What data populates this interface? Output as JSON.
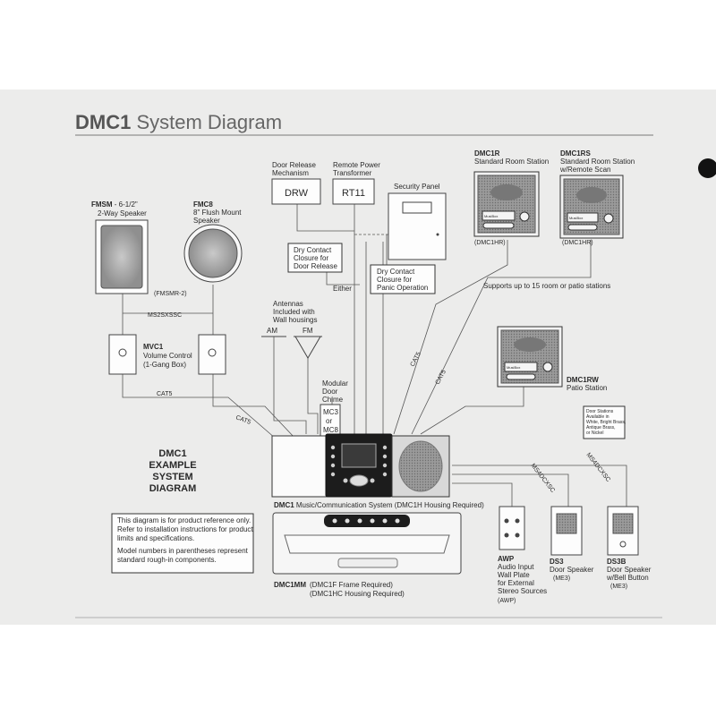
{
  "title": {
    "bold": "DMC1",
    "rest": " System Diagram"
  },
  "components": {
    "fmsm": {
      "model": "FMSM",
      "desc1": " - 6-1/2\"",
      "desc2": "2-Way Speaker",
      "roughin": "(FMSMR-2)"
    },
    "fmc8": {
      "model": "FMC8",
      "desc1": "8\" Flush Mount",
      "desc2": "Speaker"
    },
    "ms2": "MS2SXSSC",
    "mvc1": {
      "model": "MVC1",
      "desc1": "Volume Control",
      "desc2": "(1-Gang Box)"
    },
    "cat5": "CAT5",
    "door_release": {
      "label1": "Door Release",
      "label2": "Mechanism",
      "box": "DRW"
    },
    "remote_power": {
      "label1": "Remote Power",
      "label2": "Transformer",
      "box": "RT11"
    },
    "security_panel": "Security Panel",
    "dry_contact_release": [
      "Dry Contact",
      "Closure for",
      "Door Release"
    ],
    "either": "Either",
    "dry_contact_panic": [
      "Dry Contact",
      "Closure for",
      "Panic Operation"
    ],
    "antennas": [
      "Antennas",
      "Included with",
      "Wall housings"
    ],
    "am": "AM",
    "fm": "FM",
    "chime": {
      "label": [
        "Modular",
        "Door",
        "Chime"
      ],
      "options": [
        "MC3",
        "or",
        "MC8"
      ]
    },
    "dmc1r": {
      "model": "DMC1R",
      "desc": "Standard Room Station",
      "roughin": "(DMC1HR)"
    },
    "dmc1rs": {
      "model": "DMC1RS",
      "desc1": "Standard Room Station",
      "desc2": "w/Remote Scan",
      "roughin": "(DMC1HR)"
    },
    "supports": "Supports up to 15 room or patio stations",
    "dmc1rw": {
      "model": "DMC1RW",
      "desc": "Patio Station"
    },
    "door_stations_note": [
      "Door Stations",
      "Available in",
      "White, Bright Brass,",
      "Antique Brass,",
      "or Nickel"
    ],
    "example": [
      "DMC1",
      "EXAMPLE",
      "SYSTEM",
      "DIAGRAM"
    ],
    "dmc1_label": {
      "model": "DMC1",
      "desc": " Music/Communication System (DMC1H Housing Required)"
    },
    "note": [
      "This diagram is for product reference only.",
      "Refer to installation instructions for product",
      "limits and specifications.",
      "Model numbers in parentheses represent",
      "standard rough-in components."
    ],
    "dmc1mm": {
      "model": "DMC1MM",
      "desc1": "(DMC1F Frame Required)",
      "desc2": "(DMC1HC Housing Required)"
    },
    "awp": {
      "model": "AWP",
      "desc": [
        "Audio Input",
        "Wall Plate",
        "for External",
        "Stereo Sources"
      ],
      "roughin": "(AWP)"
    },
    "ds3": {
      "model": "DS3",
      "desc": "Door Speaker",
      "roughin": "(ME3)"
    },
    "ds3b": {
      "model": "DS3B",
      "desc1": "Door Speaker",
      "desc2": "w/Bell Button",
      "roughin": "(ME3)"
    },
    "ms4dcxsc": "MS4DCXSC",
    "station_btn": "MusiBox"
  }
}
